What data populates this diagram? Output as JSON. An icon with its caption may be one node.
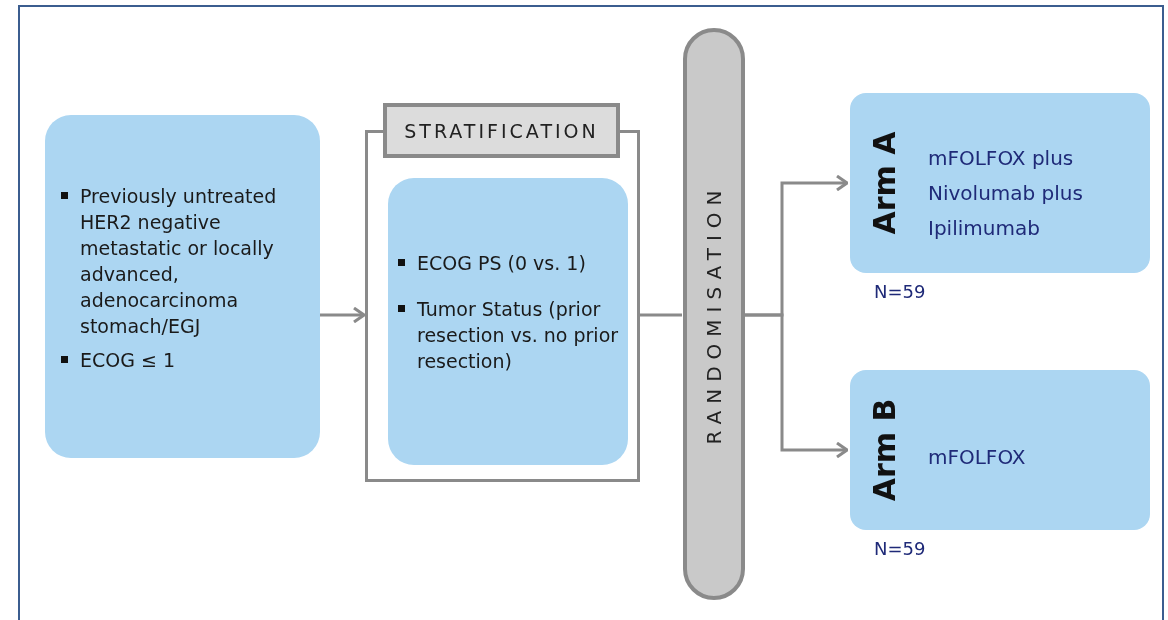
{
  "diagram": {
    "nodes": [
      {
        "text": [
          "Previously untreated HER2 negative metastatic or locally advanced, adenocarcinoma stomach/EGJ",
          "ECOG ≤ 1"
        ]
      },
      {
        "text": [
          "STRATIFICATION"
        ]
      },
      {
        "text": [
          "ECOG PS (0 vs. 1)",
          "Tumor Status (prior resection vs. no prior resection)"
        ],
        "in": 1
      },
      {
        "text": [
          "RANDOMISATION"
        ]
      },
      {
        "text": [
          "Arm A",
          "mFOLFOX plus Nivolumab plus Ipilimumab"
        ],
        "beside": [
          "N=59"
        ]
      },
      {
        "text": [
          "Arm B",
          "mFOLFOX"
        ],
        "beside": [
          "N=59"
        ]
      }
    ],
    "edges": [
      {
        "from": 0,
        "to": 1,
        "arrow": "to"
      },
      {
        "from": 1,
        "to": 3,
        "arrow": "none"
      },
      {
        "from": 3,
        "to": 4,
        "arrow": "to"
      },
      {
        "from": 3,
        "to": 5,
        "arrow": "to"
      }
    ]
  }
}
